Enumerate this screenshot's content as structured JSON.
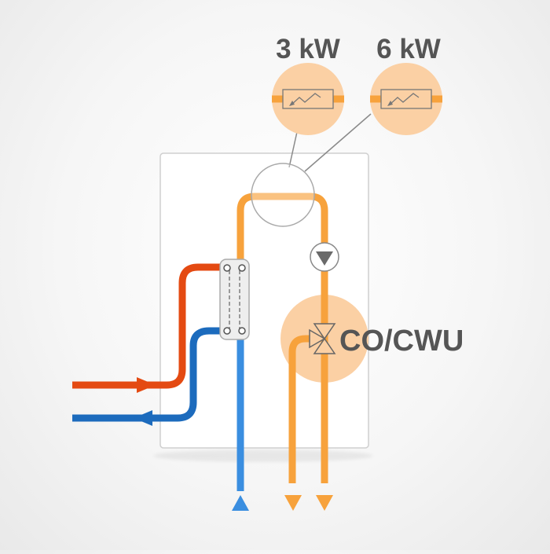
{
  "heaters": [
    {
      "label": "3 kW",
      "icon": "heating-element-icon"
    },
    {
      "label": "6 kW",
      "icon": "heating-element-icon"
    }
  ],
  "valve_label": "CO/CWU",
  "colors": {
    "orange_pipe": "#f7a23c",
    "orange_circle": "#fbd0a4",
    "red_pipe": "#e44a12",
    "blue_pipe": "#1c6bbd",
    "light_blue_pipe": "#3a8ee0",
    "gray_line": "#8a8a8a",
    "text": "#555555",
    "pump_triangle": "#6a6a6a"
  },
  "icons": [
    "heating-element-icon",
    "pump-icon",
    "three-way-valve-icon",
    "heat-exchanger-icon",
    "arrow-up-icon",
    "arrow-down-icon",
    "arrow-right-icon",
    "arrow-left-icon"
  ]
}
